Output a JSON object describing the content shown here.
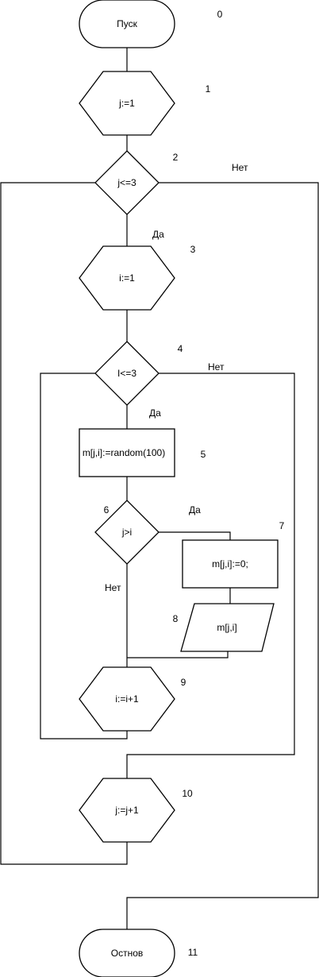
{
  "nodes": {
    "start": "Пуск",
    "j_init": "j:=1",
    "j_cond": "j<=3",
    "i_init": "i:=1",
    "i_cond": "I<=3",
    "assign_random": "m[j,i]:=random(100)",
    "cmp": "j>i",
    "assign_zero": "m[j,i]:=0;",
    "output": "m[j,i]",
    "i_inc": "i:=i+1",
    "j_inc": "j:=j+1",
    "end": "Остнов"
  },
  "numbers": {
    "n0": "0",
    "n1": "1",
    "n2": "2",
    "n3": "3",
    "n4": "4",
    "n5": "5",
    "n6": "6",
    "n7": "7",
    "n8": "8",
    "n9": "9",
    "n10": "10",
    "n11": "11"
  },
  "edge_labels": {
    "j_cond_no": "Нет",
    "j_cond_yes": "Да",
    "i_cond_no": "Нет",
    "i_cond_yes": "Да",
    "cmp_yes": "Да",
    "cmp_no": "Нет"
  }
}
